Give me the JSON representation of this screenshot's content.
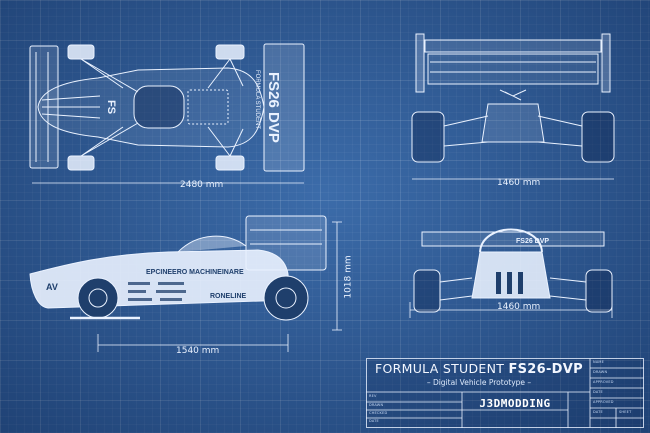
{
  "colors": {
    "background": "#31609c",
    "lines": "#eaf2ff"
  },
  "top_view": {
    "number_text": "FS26 DVP",
    "side_text": "FORMULA STUDENT",
    "nose_text": "FS"
  },
  "side_view": {
    "sponsor_main": "EPCINEERO MACHINEINARE",
    "sponsor_second": "RONELINE",
    "nose_text": "AV"
  },
  "rear_view": {
    "wing_text": "FS26 DVP"
  },
  "dimensions": {
    "top_length": "2480 mm",
    "rear_track": "1460 mm",
    "front_track": "1460 mm",
    "side_height": "1018 mm",
    "side_wheelbase": "1540 mm"
  },
  "title_block": {
    "title_prefix": "FORMULA STUDENT",
    "title_model": "FS26-DVP",
    "subtitle": "– Digital Vehicle Prototype –",
    "brand": "J3DMODDING",
    "left_labels": [
      "REV",
      "DRAWN",
      "CHECKED",
      "DATE"
    ],
    "right_labels": [
      "NAME",
      "DRAWN",
      "APPROVED",
      "DATE",
      "APPROVED",
      "DATE",
      "SHEET"
    ]
  }
}
